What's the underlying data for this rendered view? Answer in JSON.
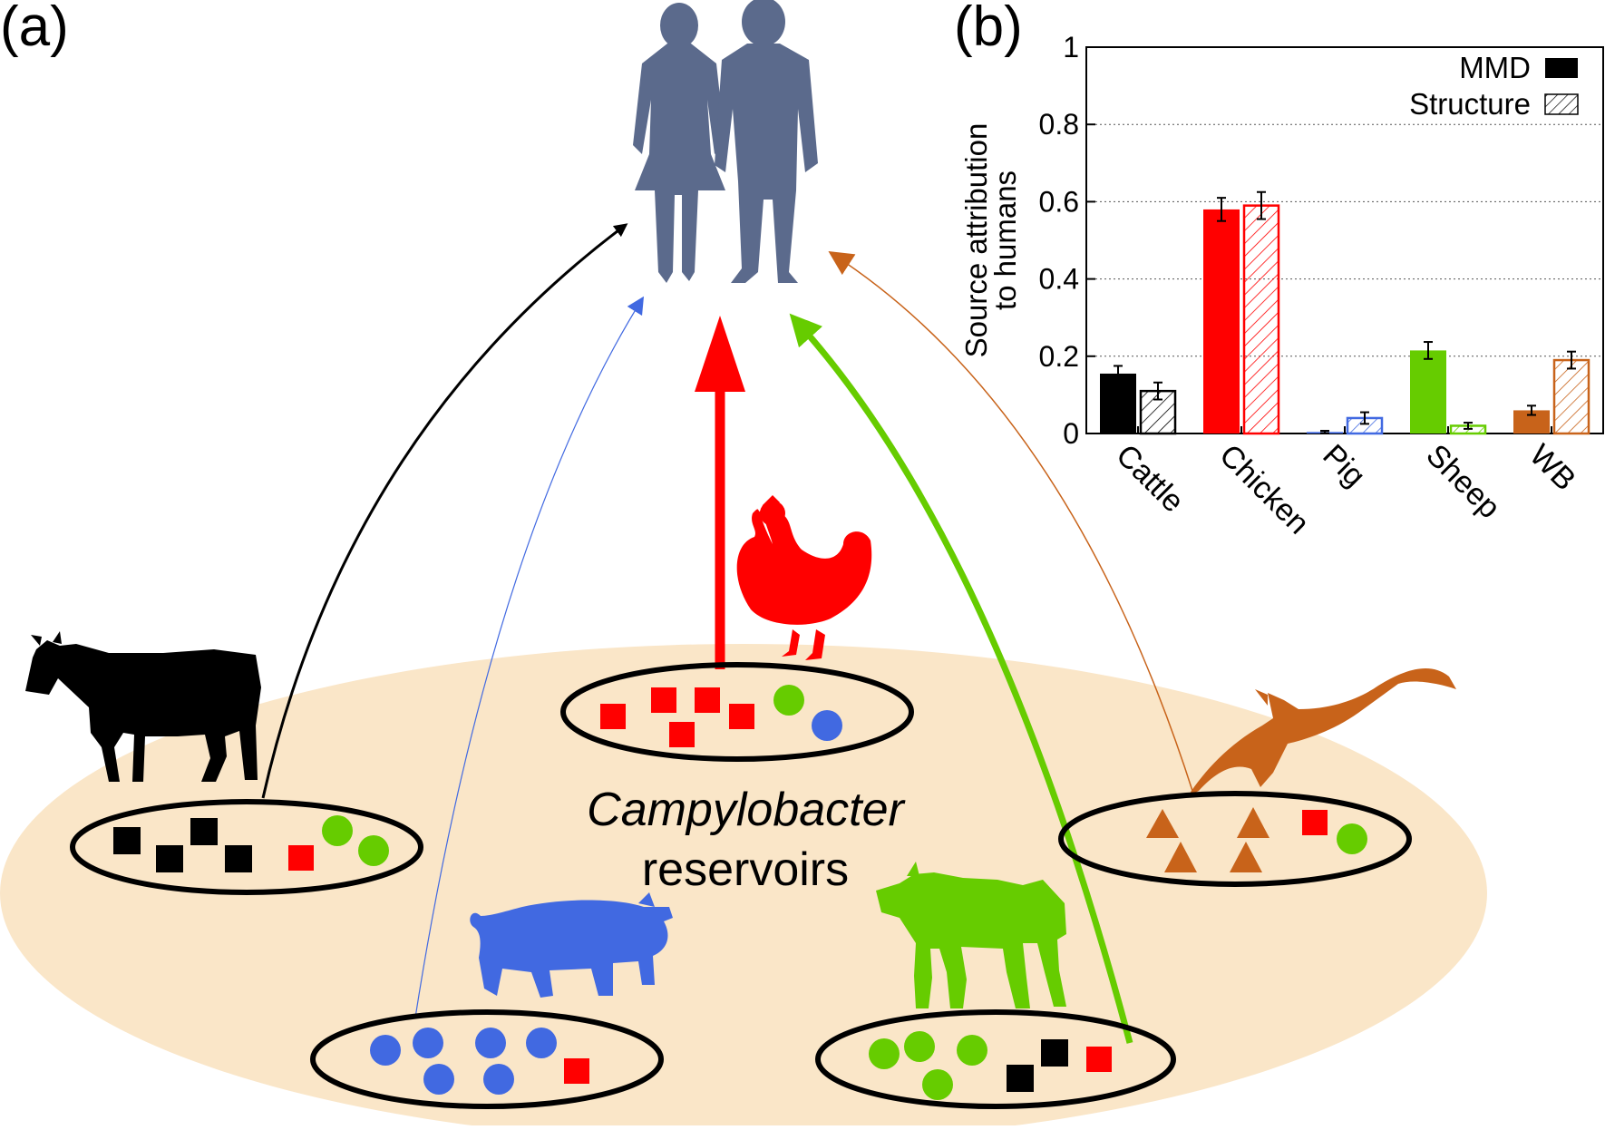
{
  "panels": {
    "a": "(a)",
    "b": "(b)"
  },
  "reservoir_label": {
    "line1": "Campylobacter",
    "line2": "reservoirs"
  },
  "colors": {
    "cattle": "#000000",
    "chicken": "#ff0000",
    "pig": "#4169e1",
    "sheep": "#66cc00",
    "wild_bird": "#c8631a",
    "reservoir_bg": "#fae6c8",
    "humans": "#5b6a8c"
  },
  "reservoirs": [
    {
      "animal": "cattle",
      "icon": "cow-silhouette",
      "arrow_weight": "medium"
    },
    {
      "animal": "pig",
      "icon": "pig-silhouette",
      "arrow_weight": "thin"
    },
    {
      "animal": "chicken",
      "icon": "chicken-silhouette",
      "arrow_weight": "thick"
    },
    {
      "animal": "sheep",
      "icon": "sheep-silhouette",
      "arrow_weight": "thick"
    },
    {
      "animal": "wild_bird",
      "icon": "gull-silhouette",
      "arrow_weight": "thin"
    }
  ],
  "chart_data": {
    "type": "bar",
    "ylabel_lines": [
      "Source attribution",
      "to humans"
    ],
    "ylim": [
      0,
      1
    ],
    "yticks": [
      0,
      0.2,
      0.4,
      0.6,
      0.8,
      1
    ],
    "ytick_labels": [
      "0",
      "0.2",
      "0.4",
      "0.6",
      "0.8",
      "1"
    ],
    "grid": true,
    "legend_position": "top-right",
    "categories": [
      "Cattle",
      "Chicken",
      "Pig",
      "Sheep",
      "WB"
    ],
    "category_colors": [
      "#000000",
      "#ff0000",
      "#4169e1",
      "#66cc00",
      "#c8631a"
    ],
    "series": [
      {
        "name": "MMD",
        "fill": "solid",
        "values": [
          0.155,
          0.58,
          0.004,
          0.215,
          0.06
        ],
        "errors": [
          0.02,
          0.03,
          0.003,
          0.022,
          0.012
        ]
      },
      {
        "name": "Structure",
        "fill": "hatched",
        "values": [
          0.11,
          0.59,
          0.04,
          0.02,
          0.19
        ],
        "errors": [
          0.022,
          0.035,
          0.015,
          0.008,
          0.022
        ]
      }
    ]
  }
}
